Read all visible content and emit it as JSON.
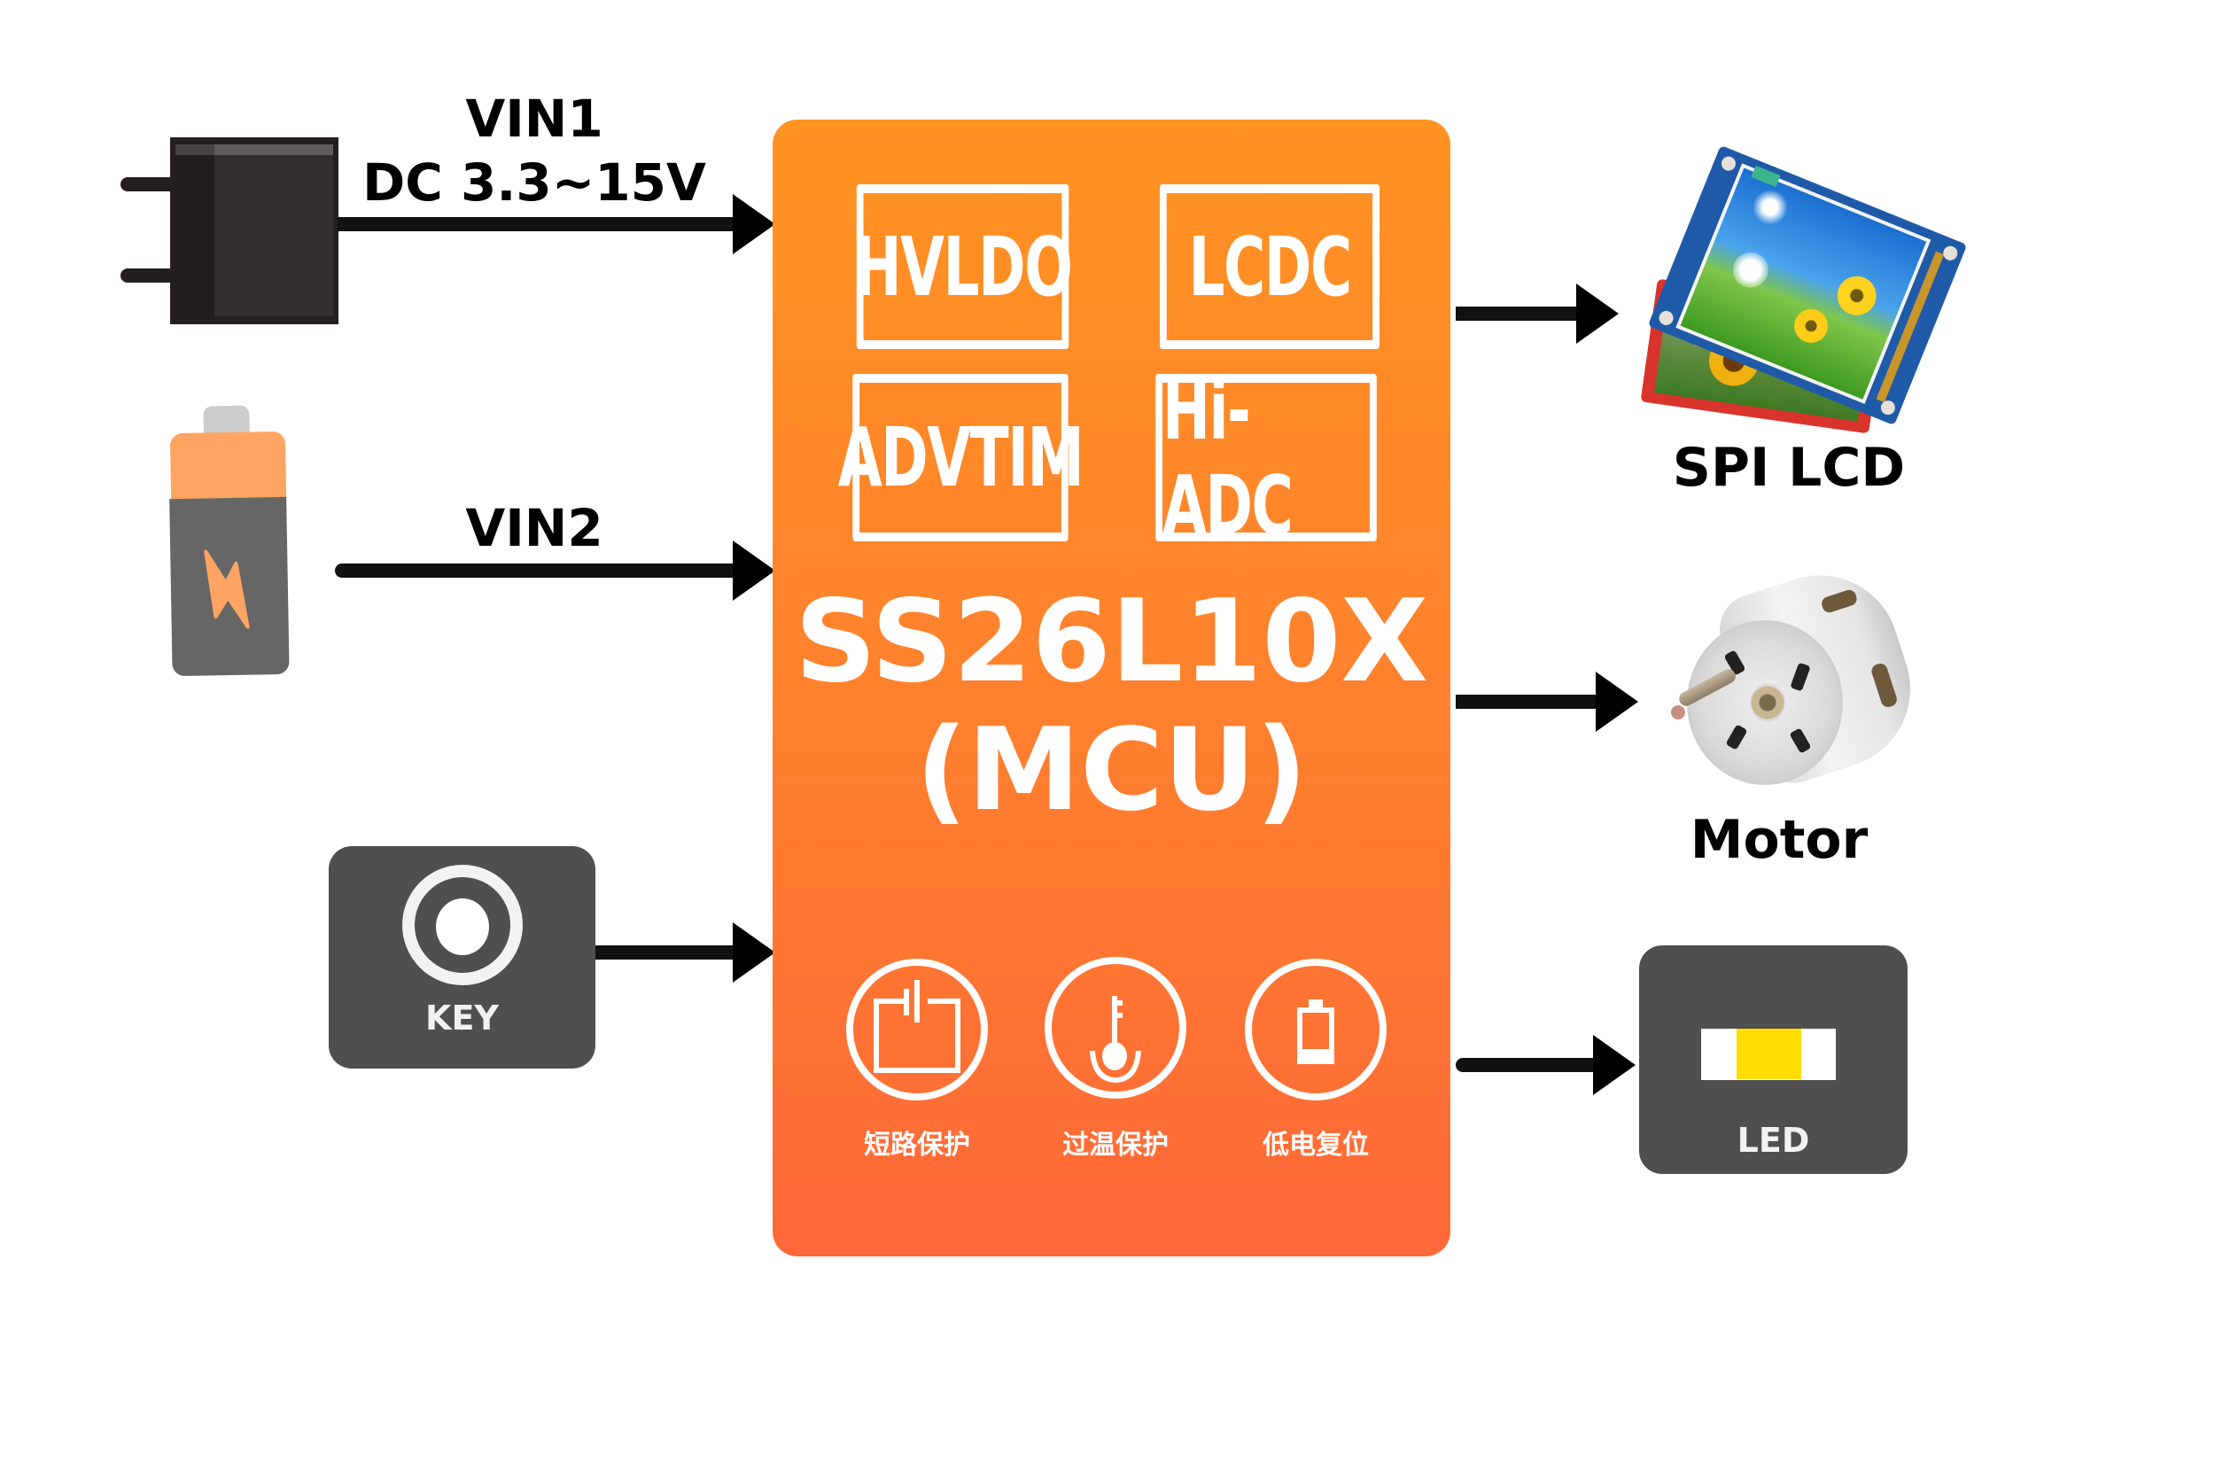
{
  "inputs": {
    "vin1": {
      "name": "VIN1",
      "range": "DC 3.3~15V",
      "icon": "power-adapter-icon"
    },
    "vin2": {
      "name": "VIN2",
      "icon": "battery-icon"
    },
    "key": {
      "label": "KEY",
      "icon": "push-button-icon"
    }
  },
  "mcu": {
    "part_number": "SS26L10X",
    "type": "(MCU)",
    "modules": [
      "HVLDO",
      "LCDC",
      "ADVTIM",
      "Hi-ADC"
    ],
    "protections": [
      {
        "label": "短路保护",
        "icon": "short-circuit-icon"
      },
      {
        "label": "过温保护",
        "icon": "thermometer-icon"
      },
      {
        "label": "低电复位",
        "icon": "low-battery-icon"
      }
    ]
  },
  "outputs": {
    "lcd": {
      "label": "SPI LCD",
      "icon": "lcd-module-image"
    },
    "motor": {
      "label": "Motor",
      "icon": "dc-motor-image"
    },
    "led": {
      "label": "LED",
      "icon": "led-chip-icon"
    }
  },
  "colors": {
    "mcu_top": "#ff9321",
    "mcu_bottom": "#ff6838",
    "dark_box": "#4f4f4f",
    "battery_cap": "#ffa463",
    "battery_body": "#666666",
    "led_yellow": "#ffdd00"
  }
}
